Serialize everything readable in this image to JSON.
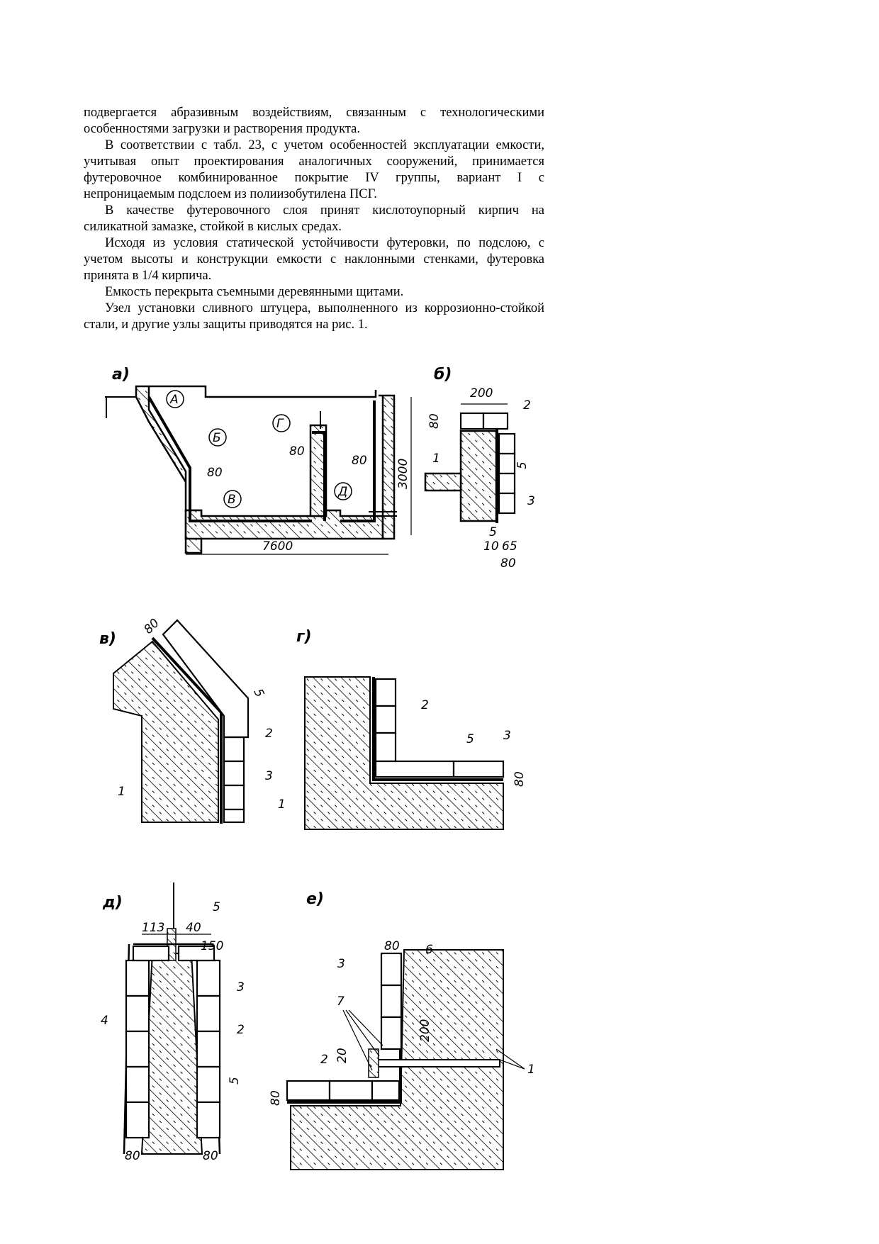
{
  "text": {
    "p1": "подвергается абразивным воздействиям, связанным с технологическими особенностями загрузки и растворения продукта.",
    "p2": "В соответствии с табл. 23, с учетом особенностей эксплуатации емкости, учитывая опыт проектирования аналогичных сооружений, принимается футеровочное комбинированное покрытие IV группы, вариант I с непроницаемым подслоем из полиизобутилена ПСГ.",
    "p3": "В качестве футеровочного слоя принят кислотоупорный кирпич на силикатной замазке, стойкой в кислых средах.",
    "p4": "Исходя из условия статической устойчивости футеровки, по подслою, с учетом высоты и конструкции емкости с наклонными стенками, футеровка принята в 1/4 кирпича.",
    "p5": "Емкость перекрыта съемными деревянными щитами.",
    "p6": "Узел установки сливного штуцера, выполненного из коррозионно-стойкой стали, и другие узлы защиты приводятся на рис. 1."
  },
  "figures": {
    "a": {
      "letter": "а)",
      "node_a": "А",
      "node_b": "Б",
      "node_v": "В",
      "node_g": "Г",
      "node_d": "Д",
      "dim_80_1": "80",
      "dim_80_2": "80",
      "dim_80_3": "80",
      "dim_height": "3000",
      "dim_width": "7600"
    },
    "b": {
      "letter": "б)",
      "dim_200": "200",
      "dim_80": "80",
      "n1": "1",
      "n2": "2",
      "n3": "3",
      "dim_5a": "5",
      "dim_5b": "5",
      "dim_10": "10",
      "dim_65": "65",
      "dim_80b": "80"
    },
    "v": {
      "letter": "в)",
      "dim_80": "80",
      "dim_5": "5",
      "n1": "1",
      "n2": "2",
      "n3": "3"
    },
    "g": {
      "letter": "г)",
      "dim_5": "5",
      "dim_80": "80",
      "n1": "1",
      "n2": "2",
      "n3": "3"
    },
    "d": {
      "letter": "д)",
      "dim_113": "113",
      "dim_40": "40",
      "dim_150": "150",
      "dim_5": "5",
      "dim_80a": "80",
      "dim_80b": "80",
      "n2": "2",
      "n3": "3",
      "n4": "4",
      "n5": "5"
    },
    "e": {
      "letter": "е)",
      "dim_80": "80",
      "dim_20": "20",
      "dim_200": "200",
      "dim_80b": "80",
      "n1": "1",
      "n2": "2",
      "n3": "3",
      "n6": "6",
      "n7": "7"
    }
  }
}
